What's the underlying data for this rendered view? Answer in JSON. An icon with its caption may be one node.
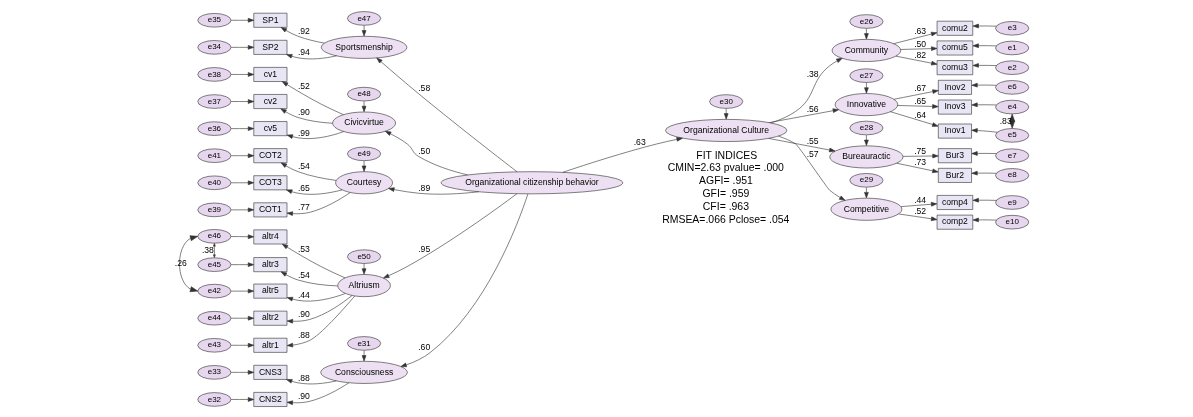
{
  "diagram": {
    "nodes": [
      {
        "text": [
          "e31"
        ]
      },
      {
        "text": [
          "Consciousness"
        ]
      },
      {
        "text": [
          "e33"
        ]
      },
      {
        "text": [
          "CNS3"
        ]
      },
      {
        "text": [
          "e32"
        ]
      },
      {
        "text": [
          "CNS2"
        ]
      },
      {
        "text": [
          "e47"
        ]
      },
      {
        "text": [
          "Sportsmenship"
        ]
      },
      {
        "text": [
          "e35"
        ]
      },
      {
        "text": [
          "SP1"
        ]
      },
      {
        "text": [
          "e34"
        ]
      },
      {
        "text": [
          "SP2"
        ]
      },
      {
        "text": [
          "e48"
        ]
      },
      {
        "text": [
          "Civicvirtue"
        ]
      },
      {
        "text": [
          "e38"
        ]
      },
      {
        "text": [
          "cv1"
        ]
      },
      {
        "text": [
          "e37"
        ]
      },
      {
        "text": [
          "cv2"
        ]
      },
      {
        "text": [
          "e36"
        ]
      },
      {
        "text": [
          "cv5"
        ]
      },
      {
        "text": [
          "e49"
        ]
      },
      {
        "text": [
          "Courtesy"
        ]
      },
      {
        "text": [
          "e41"
        ]
      },
      {
        "text": [
          "COT2"
        ]
      },
      {
        "text": [
          "e40"
        ]
      },
      {
        "text": [
          "COT3"
        ]
      },
      {
        "text": [
          "e39"
        ]
      },
      {
        "text": [
          "COT1"
        ]
      },
      {
        "text": [
          "e50"
        ]
      },
      {
        "text": [
          "Altriusm"
        ]
      },
      {
        "text": [
          "e46"
        ]
      },
      {
        "text": [
          "altr4"
        ]
      },
      {
        "text": [
          "e45"
        ]
      },
      {
        "text": [
          "altr3"
        ]
      },
      {
        "text": [
          "e44"
        ]
      },
      {
        "text": [
          "altr2"
        ]
      },
      {
        "text": [
          "e43"
        ]
      },
      {
        "text": [
          "altr1"
        ]
      },
      {
        "text": [
          "e42"
        ]
      },
      {
        "text": [
          "altr5"
        ]
      },
      {
        "text": [
          "Organizational citizenship behavior"
        ]
      },
      {
        "text": [
          "Organizational Culture"
        ]
      },
      {
        "text": [
          "e30"
        ]
      },
      {
        "text": [
          "e26"
        ]
      },
      {
        "text": [
          "Community"
        ]
      },
      {
        "text": [
          "comu5"
        ]
      },
      {
        "text": [
          "e1"
        ]
      },
      {
        "text": [
          "comu3"
        ]
      },
      {
        "text": [
          "e2"
        ]
      },
      {
        "text": [
          "comu2"
        ]
      },
      {
        "text": [
          "e3"
        ]
      },
      {
        "text": [
          "e27"
        ]
      },
      {
        "text": [
          "Innovative"
        ]
      },
      {
        "text": [
          "Inov3"
        ]
      },
      {
        "text": [
          "e4"
        ]
      },
      {
        "text": [
          "Inov1"
        ]
      },
      {
        "text": [
          "e5"
        ]
      },
      {
        "text": [
          "Inov2"
        ]
      },
      {
        "text": [
          "e6"
        ]
      },
      {
        "text": [
          "e28"
        ]
      },
      {
        "text": [
          "Bureauractic"
        ]
      },
      {
        "text": [
          "Bur3"
        ]
      },
      {
        "text": [
          "e7"
        ]
      },
      {
        "text": [
          "Bur2"
        ]
      },
      {
        "text": [
          "e8"
        ]
      },
      {
        "text": [
          "e29"
        ]
      },
      {
        "text": [
          "Competitive"
        ]
      },
      {
        "text": [
          "comp4"
        ]
      },
      {
        "text": [
          "e9"
        ]
      },
      {
        "text": [
          "comp2"
        ]
      },
      {
        "text": [
          "e10"
        ]
      }
    ],
    "edges": [
      {
        "from": 0,
        "to": 1,
        "arrow": "to"
      },
      {
        "from": 1,
        "to": 3,
        "arrow": "to",
        "label": ".88"
      },
      {
        "from": 1,
        "to": 5,
        "arrow": "to",
        "label": ".90"
      },
      {
        "from": 2,
        "to": 3,
        "arrow": "to"
      },
      {
        "from": 4,
        "to": 5,
        "arrow": "to"
      },
      {
        "from": 6,
        "to": 7,
        "arrow": "to"
      },
      {
        "from": 7,
        "to": 9,
        "arrow": "to",
        "label": ".92"
      },
      {
        "from": 7,
        "to": 11,
        "arrow": "to",
        "label": ".94"
      },
      {
        "from": 8,
        "to": 9,
        "arrow": "to"
      },
      {
        "from": 10,
        "to": 11,
        "arrow": "to"
      },
      {
        "from": 12,
        "to": 13,
        "arrow": "to"
      },
      {
        "from": 13,
        "to": 15,
        "arrow": "to",
        "label": ".52"
      },
      {
        "from": 13,
        "to": 17,
        "arrow": "to",
        "label": ".90"
      },
      {
        "from": 13,
        "to": 19,
        "arrow": "to",
        "label": ".99"
      },
      {
        "from": 14,
        "to": 15,
        "arrow": "to"
      },
      {
        "from": 16,
        "to": 17,
        "arrow": "to"
      },
      {
        "from": 18,
        "to": 19,
        "arrow": "to"
      },
      {
        "from": 20,
        "to": 21,
        "arrow": "to"
      },
      {
        "from": 21,
        "to": 23,
        "arrow": "to",
        "label": ".54"
      },
      {
        "from": 21,
        "to": 25,
        "arrow": "to",
        "label": ".65"
      },
      {
        "from": 21,
        "to": 27,
        "arrow": "to",
        "label": ".77"
      },
      {
        "from": 22,
        "to": 23,
        "arrow": "to"
      },
      {
        "from": 24,
        "to": 25,
        "arrow": "to"
      },
      {
        "from": 26,
        "to": 27,
        "arrow": "to"
      },
      {
        "from": 28,
        "to": 29,
        "arrow": "to"
      },
      {
        "from": 29,
        "to": 31,
        "arrow": "to",
        "label": ".53"
      },
      {
        "from": 29,
        "to": 33,
        "arrow": "to",
        "label": ".54"
      },
      {
        "from": 29,
        "to": 35,
        "arrow": "to",
        "label": ".90"
      },
      {
        "from": 29,
        "to": 37,
        "arrow": "to",
        "label": ".88"
      },
      {
        "from": 29,
        "to": 39,
        "arrow": "to",
        "label": ".44"
      },
      {
        "from": 30,
        "to": 31,
        "arrow": "to"
      },
      {
        "from": 32,
        "to": 33,
        "arrow": "to"
      },
      {
        "from": 34,
        "to": 35,
        "arrow": "to"
      },
      {
        "from": 36,
        "to": 37,
        "arrow": "to"
      },
      {
        "from": 38,
        "to": 39,
        "arrow": "to"
      },
      {
        "from": 30,
        "to": 32,
        "arrow": "both",
        "label": ".38"
      },
      {
        "from": 30,
        "to": 38,
        "arrow": "both",
        "label": ".26"
      },
      {
        "from": 40,
        "to": 1,
        "arrow": "to",
        "label": ".60"
      },
      {
        "from": 40,
        "to": 7,
        "arrow": "to",
        "label": ".58"
      },
      {
        "from": 40,
        "to": 13,
        "arrow": "to",
        "label": ".50"
      },
      {
        "from": 40,
        "to": 21,
        "arrow": "to",
        "label": ".89"
      },
      {
        "from": 40,
        "to": 29,
        "arrow": "to",
        "label": ".95"
      },
      {
        "from": 40,
        "to": 41,
        "arrow": "to",
        "label": ".63"
      },
      {
        "from": 42,
        "to": 41,
        "arrow": "to"
      },
      {
        "from": 43,
        "to": 44,
        "arrow": "to"
      },
      {
        "from": 41,
        "to": 44,
        "arrow": "to",
        "label": ".38"
      },
      {
        "from": 44,
        "to": 45,
        "arrow": "to",
        "label": ".50"
      },
      {
        "from": 44,
        "to": 47,
        "arrow": "to",
        "label": ".82"
      },
      {
        "from": 44,
        "to": 49,
        "arrow": "to",
        "label": ".63"
      },
      {
        "from": 46,
        "to": 45,
        "arrow": "to"
      },
      {
        "from": 48,
        "to": 47,
        "arrow": "to"
      },
      {
        "from": 50,
        "to": 49,
        "arrow": "to"
      },
      {
        "from": 51,
        "to": 52,
        "arrow": "to"
      },
      {
        "from": 41,
        "to": 52,
        "arrow": "to",
        "label": ".56"
      },
      {
        "from": 52,
        "to": 53,
        "arrow": "to",
        "label": ".65"
      },
      {
        "from": 52,
        "to": 55,
        "arrow": "to",
        "label": ".64"
      },
      {
        "from": 52,
        "to": 57,
        "arrow": "to",
        "label": ".67"
      },
      {
        "from": 54,
        "to": 53,
        "arrow": "to"
      },
      {
        "from": 56,
        "to": 55,
        "arrow": "to"
      },
      {
        "from": 58,
        "to": 57,
        "arrow": "to"
      },
      {
        "from": 54,
        "to": 56,
        "arrow": "both",
        "label": ".83"
      },
      {
        "from": 59,
        "to": 60,
        "arrow": "to"
      },
      {
        "from": 41,
        "to": 60,
        "arrow": "to",
        "label": ".55"
      },
      {
        "from": 60,
        "to": 61,
        "arrow": "to",
        "label": ".75"
      },
      {
        "from": 60,
        "to": 63,
        "arrow": "to",
        "label": ".73"
      },
      {
        "from": 62,
        "to": 61,
        "arrow": "to"
      },
      {
        "from": 64,
        "to": 63,
        "arrow": "to"
      },
      {
        "from": 41,
        "to": 66,
        "arrow": "to",
        "label": ".57"
      },
      {
        "from": 65,
        "to": 66,
        "arrow": "to"
      },
      {
        "from": 66,
        "to": 67,
        "arrow": "to",
        "label": ".44"
      },
      {
        "from": 66,
        "to": 69,
        "arrow": "to",
        "label": ".52"
      },
      {
        "from": 68,
        "to": 67,
        "arrow": "to"
      },
      {
        "from": 70,
        "to": 69,
        "arrow": "to"
      }
    ],
    "labels": [
      "FIT INDICES",
      "CMIN=2.63 pvalue= .000",
      "AGFI= .951",
      "GFI= .959",
      "CFI= .963",
      "RMSEA=.066 Pclose= .054"
    ]
  }
}
